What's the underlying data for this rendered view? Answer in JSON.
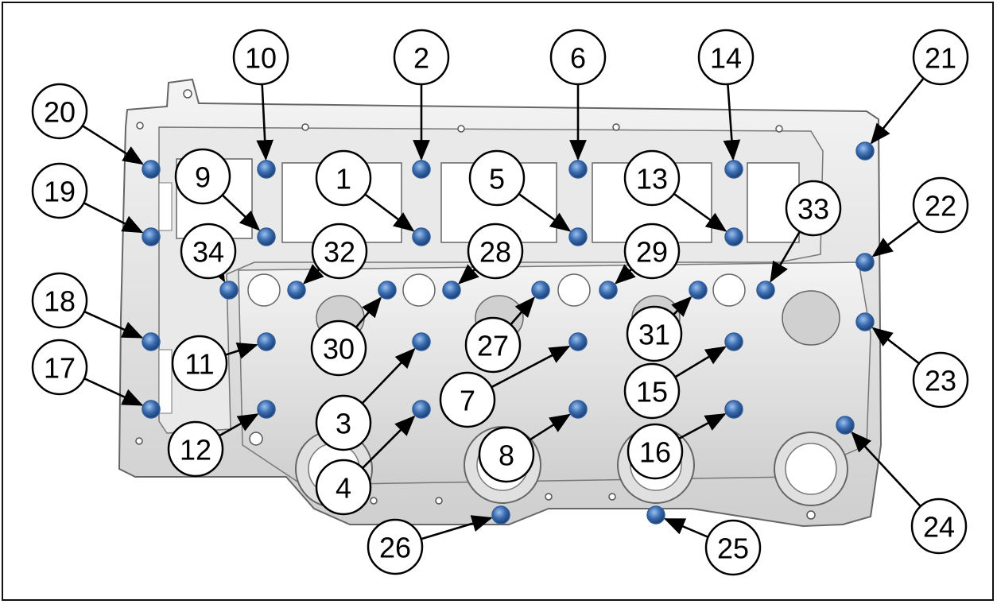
{
  "colors": {
    "bolt": "#2f5d9c",
    "bolt_highlight": "#8fb6e6",
    "casting": "#d9d9d9",
    "casting_light": "#f2f2f2",
    "outline": "#555555"
  },
  "callouts": [
    {
      "id": "1",
      "label": "1"
    },
    {
      "id": "2",
      "label": "2"
    },
    {
      "id": "3",
      "label": "3"
    },
    {
      "id": "4",
      "label": "4"
    },
    {
      "id": "5",
      "label": "5"
    },
    {
      "id": "6",
      "label": "6"
    },
    {
      "id": "7",
      "label": "7"
    },
    {
      "id": "8",
      "label": "8"
    },
    {
      "id": "9",
      "label": "9"
    },
    {
      "id": "10",
      "label": "10"
    },
    {
      "id": "11",
      "label": "11"
    },
    {
      "id": "12",
      "label": "12"
    },
    {
      "id": "13",
      "label": "13"
    },
    {
      "id": "14",
      "label": "14"
    },
    {
      "id": "15",
      "label": "15"
    },
    {
      "id": "16",
      "label": "16"
    },
    {
      "id": "17",
      "label": "17"
    },
    {
      "id": "18",
      "label": "18"
    },
    {
      "id": "19",
      "label": "19"
    },
    {
      "id": "20",
      "label": "20"
    },
    {
      "id": "21",
      "label": "21"
    },
    {
      "id": "22",
      "label": "22"
    },
    {
      "id": "23",
      "label": "23"
    },
    {
      "id": "24",
      "label": "24"
    },
    {
      "id": "25",
      "label": "25"
    },
    {
      "id": "26",
      "label": "26"
    },
    {
      "id": "27",
      "label": "27"
    },
    {
      "id": "28",
      "label": "28"
    },
    {
      "id": "29",
      "label": "29"
    },
    {
      "id": "30",
      "label": "30"
    },
    {
      "id": "31",
      "label": "31"
    },
    {
      "id": "32",
      "label": "32"
    },
    {
      "id": "33",
      "label": "33"
    },
    {
      "id": "34",
      "label": "34"
    }
  ]
}
